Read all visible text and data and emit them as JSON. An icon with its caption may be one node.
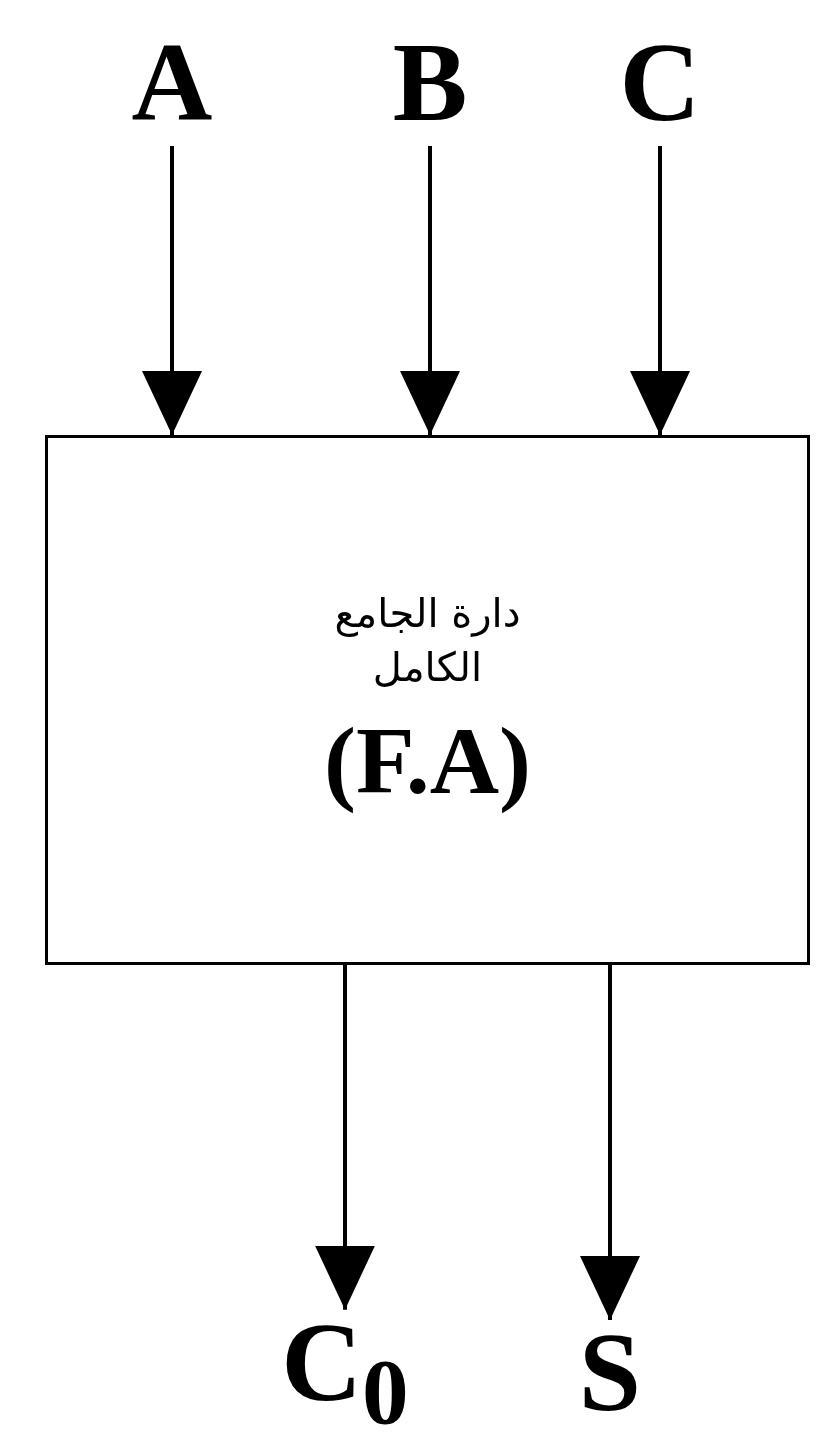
{
  "diagram": {
    "nodes": [
      {
        "text": [
          "A"
        ]
      },
      {
        "text": [
          "B"
        ]
      },
      {
        "text": [
          "C"
        ]
      },
      {
        "text": [
          "دارة الجامع الكامل",
          "(F.A)"
        ]
      },
      {
        "text": [
          "C$_{0}$"
        ]
      },
      {
        "text": [
          "S"
        ]
      }
    ],
    "edges": [
      {
        "from": 0,
        "to": 3,
        "arrow": "to"
      },
      {
        "from": 1,
        "to": 3,
        "arrow": "to"
      },
      {
        "from": 2,
        "to": 3,
        "arrow": "to"
      },
      {
        "from": 3,
        "to": 4,
        "arrow": "to"
      },
      {
        "from": 3,
        "to": 5,
        "arrow": "to"
      }
    ]
  }
}
